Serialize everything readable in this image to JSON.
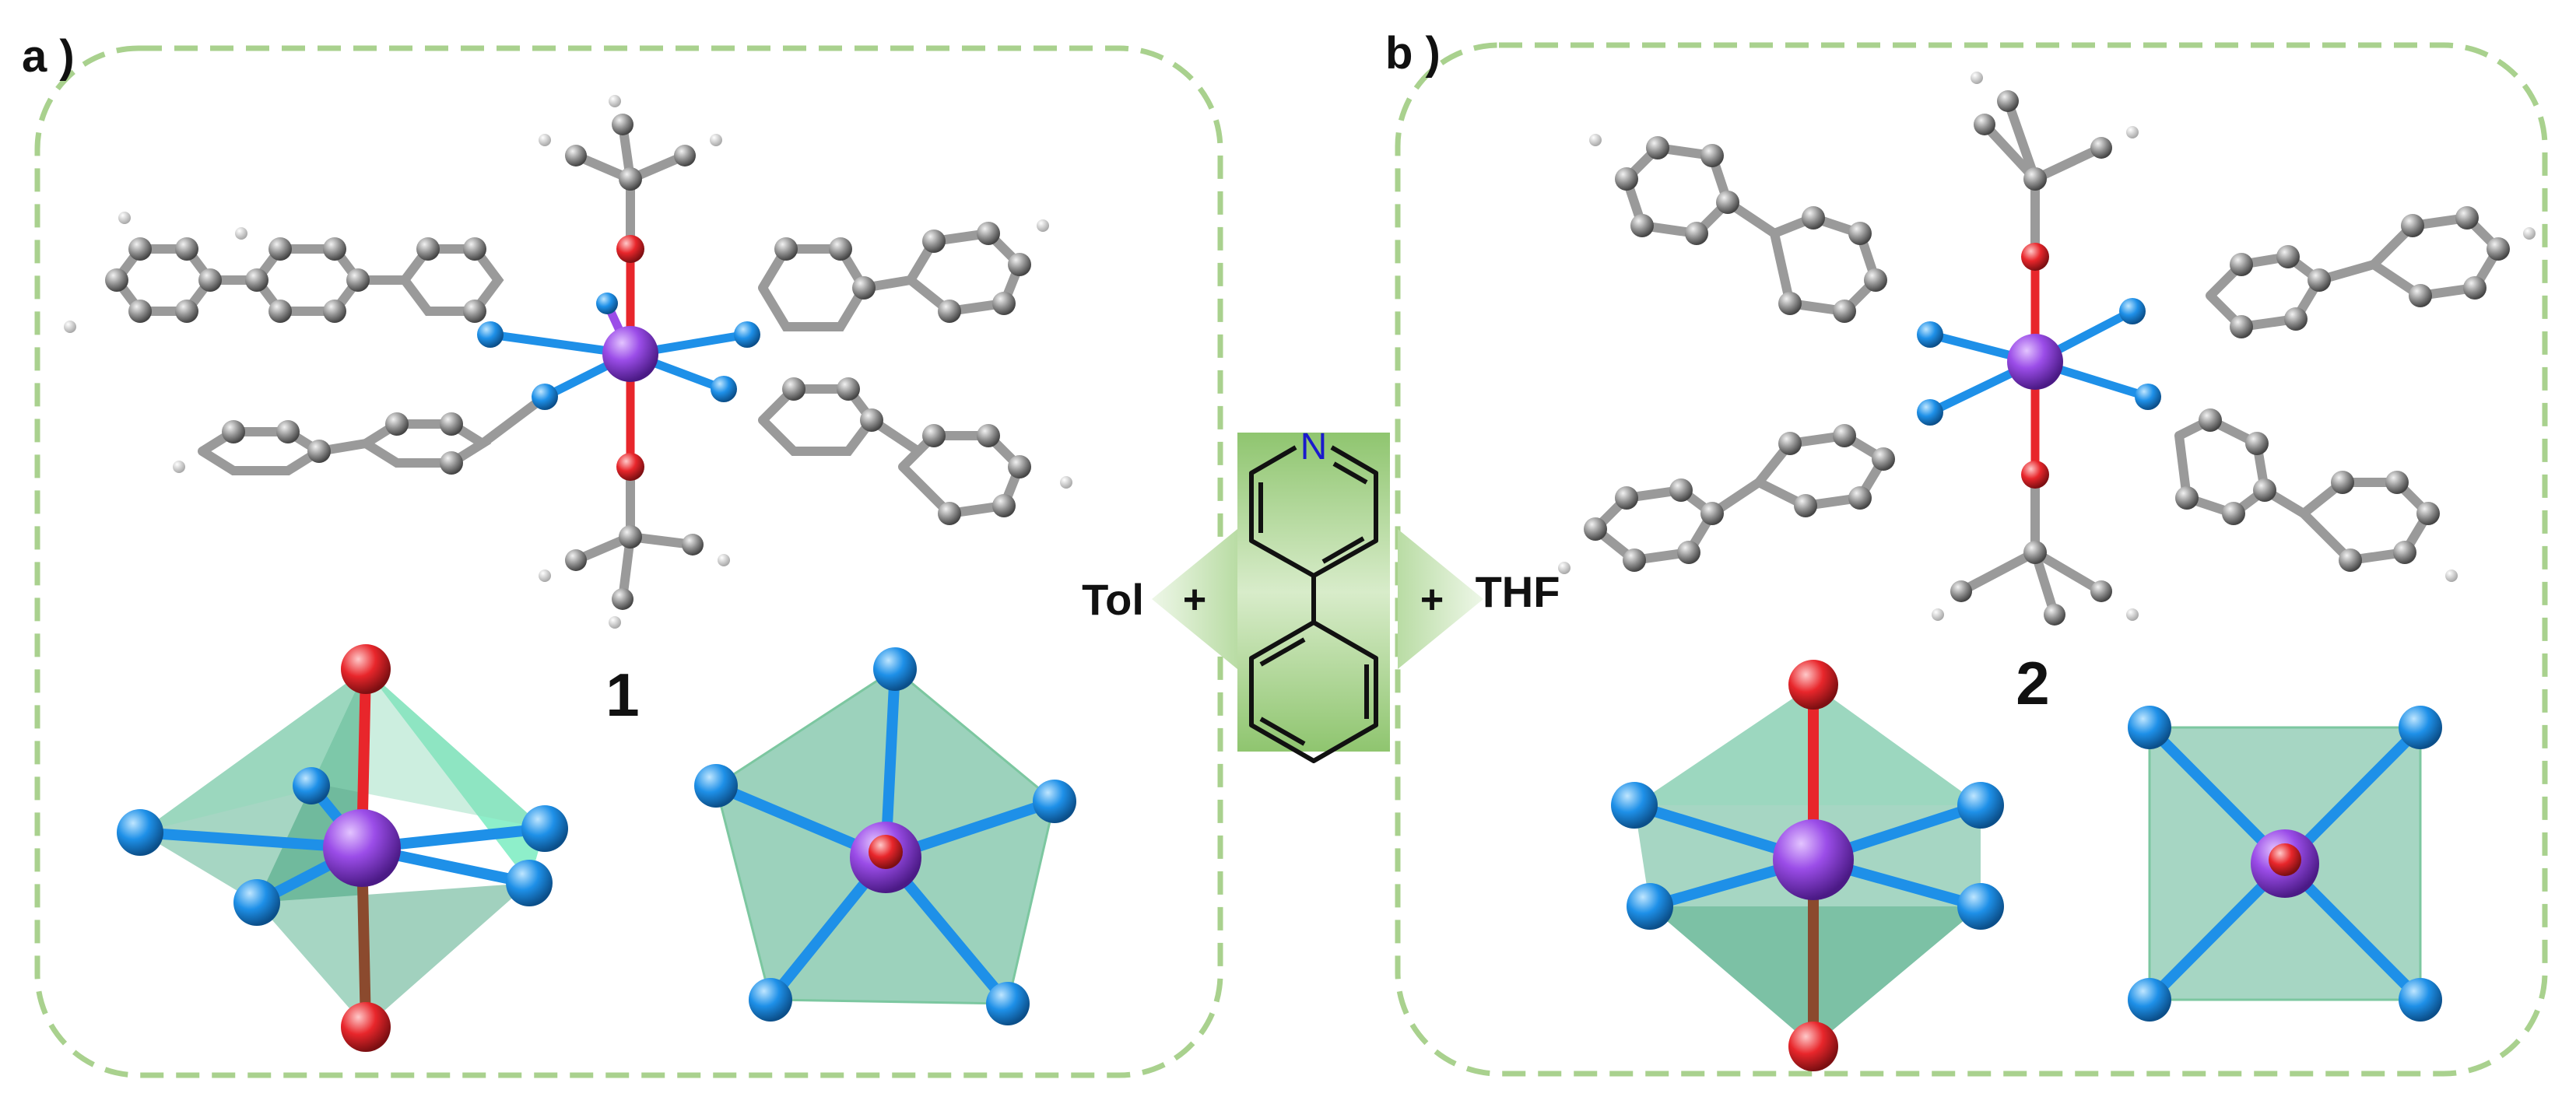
{
  "panels": [
    {
      "label": "a )",
      "compound": "1",
      "solvent": "Tol",
      "plus": "+"
    },
    {
      "label": "b )",
      "compound": "2",
      "solvent": "THF",
      "plus": "+"
    }
  ],
  "ligand": {
    "heteroatom": "N"
  },
  "colors": {
    "frame": "#a9d18e",
    "metal": "#9b4de8",
    "nitrogen": "#1e90e8",
    "oxygen": "#e8262b",
    "carbon": "#8a8a8a",
    "hydrogen": "#dcdcdc",
    "polyhedron": "#3aa57a",
    "ligand_box": "#9ccf7e"
  }
}
